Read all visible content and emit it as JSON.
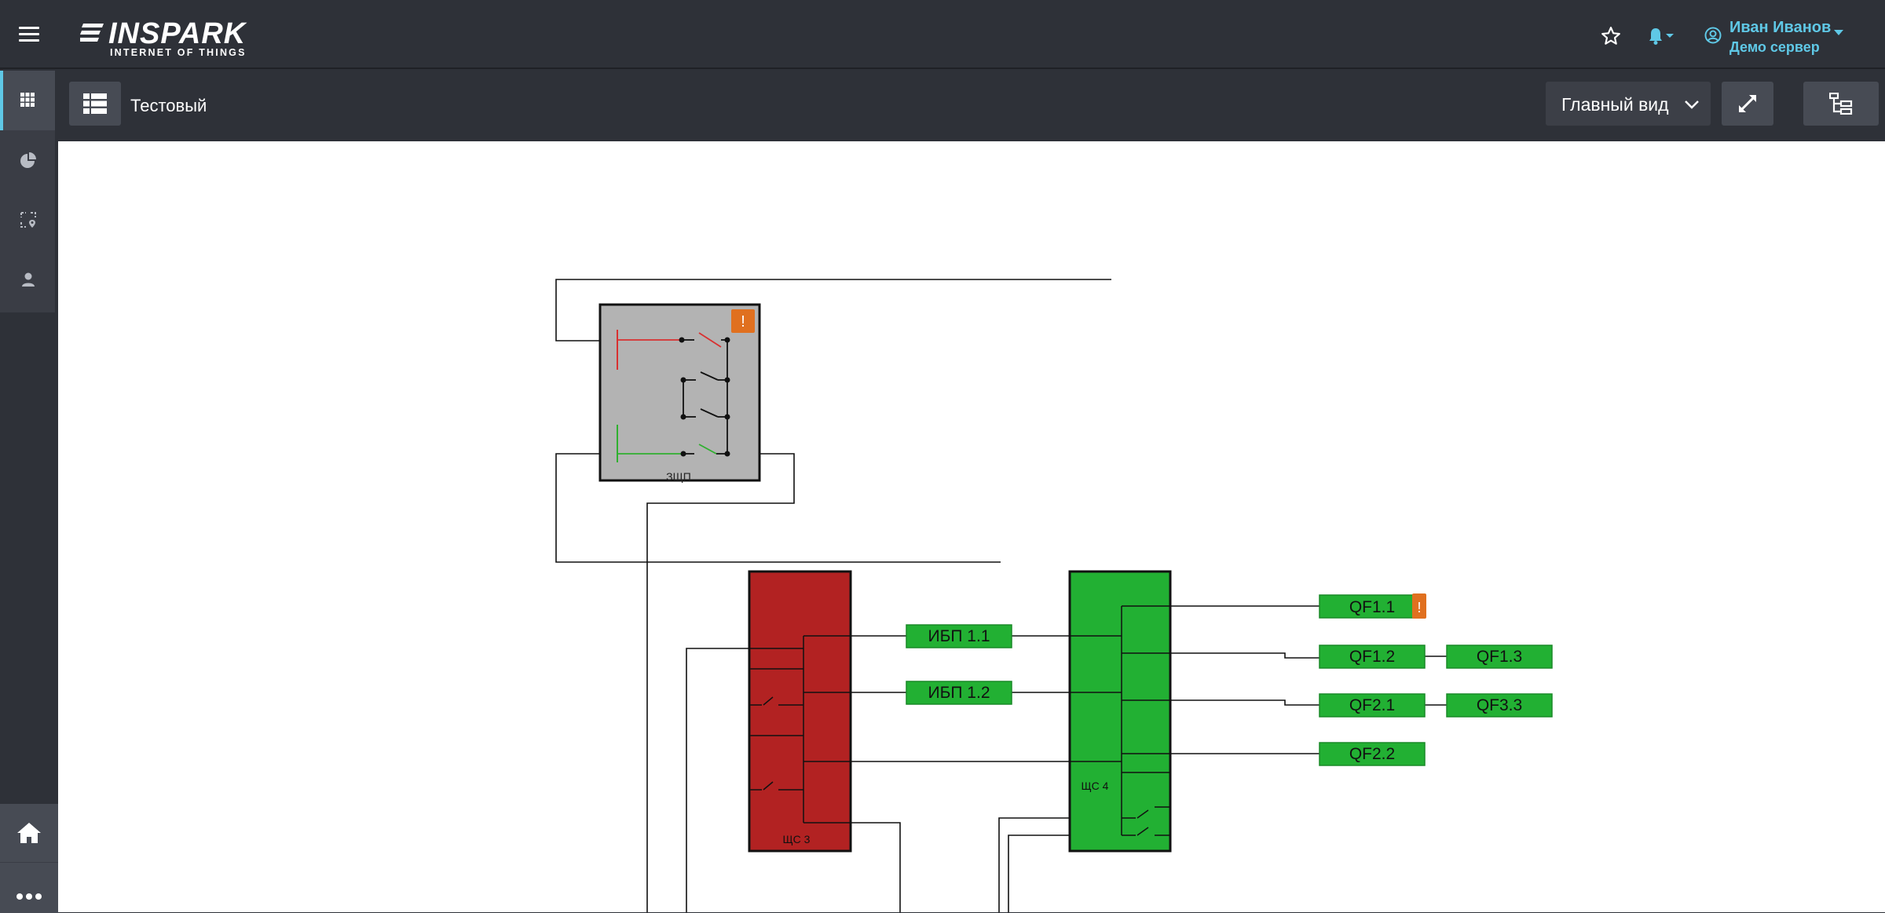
{
  "app": {
    "logo_text": "INSPARK",
    "logo_subtitle": "INTERNET OF THINGS"
  },
  "user": {
    "name": "Иван  Иванов",
    "server": "Демо сервер"
  },
  "sidebar": {
    "items": [
      {
        "icon": "grid-icon",
        "active": true
      },
      {
        "icon": "pie-chart-icon",
        "active": false
      },
      {
        "icon": "map-marker-icon",
        "active": false
      },
      {
        "icon": "user-icon",
        "active": false
      }
    ]
  },
  "toolbar": {
    "view_title": "Тестовый",
    "view_select": "Главный вид"
  },
  "diagram": {
    "panel_zshchp": {
      "label": "ЗЩП",
      "alarm": "!"
    },
    "panel_shchs3": {
      "label": "ЩС 3"
    },
    "panel_shchs4": {
      "label": "ЩС 4"
    },
    "ups": [
      "ИБП 1.1",
      "ИБП 1.2"
    ],
    "breakers": {
      "qf11": "QF1.1",
      "qf11_alarm": "!",
      "qf12": "QF1.2",
      "qf13": "QF1.3",
      "qf21": "QF2.1",
      "qf33": "QF3.3",
      "qf22": "QF2.2"
    }
  },
  "colors": {
    "accent": "#5fc8e6",
    "topbar": "#2e3138",
    "sidebar": "#3a3d45",
    "panel_gray": "#b3b3b3",
    "panel_red": "#b22222",
    "panel_green": "#22b033",
    "alarm_orange": "#e0701f"
  }
}
